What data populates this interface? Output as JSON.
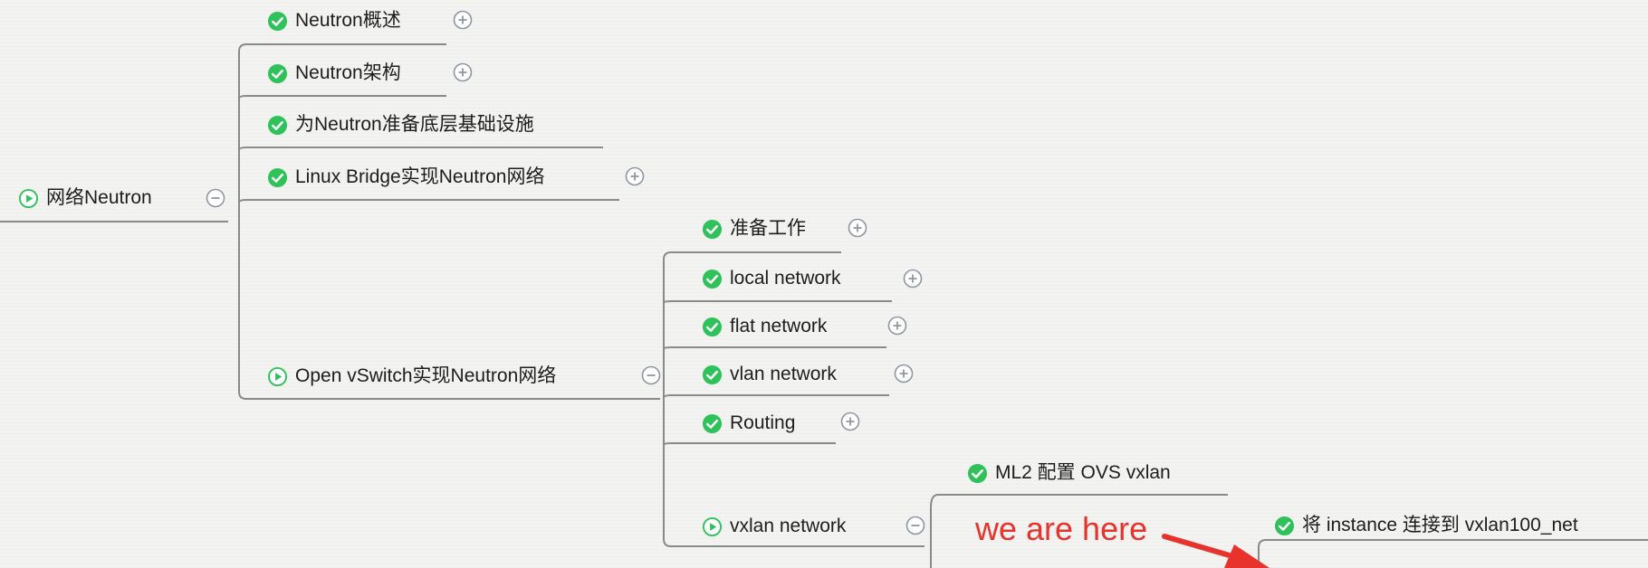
{
  "colors": {
    "connector": "#8a8a8a",
    "check": "#2fc25b",
    "play": "#2fc25b",
    "toggle": "#8f96a3",
    "annotation": "#e8322c"
  },
  "mindmap": {
    "root": {
      "label": "网络Neutron",
      "icon": "play-circle-icon",
      "expanded": true
    },
    "level1": [
      {
        "label": "Neutron概述",
        "icon": "check-circle-icon",
        "expandable": true
      },
      {
        "label": "Neutron架构",
        "icon": "check-circle-icon",
        "expandable": true
      },
      {
        "label": "为Neutron准备底层基础设施",
        "icon": "check-circle-icon",
        "expandable": false
      },
      {
        "label": "Linux Bridge实现Neutron网络",
        "icon": "check-circle-icon",
        "expandable": true
      },
      {
        "label": "Open vSwitch实现Neutron网络",
        "icon": "play-circle-icon",
        "expanded": true
      }
    ],
    "ovs_children": [
      {
        "label": "准备工作",
        "icon": "check-circle-icon",
        "expandable": true
      },
      {
        "label": "local network",
        "icon": "check-circle-icon",
        "expandable": true
      },
      {
        "label": "flat network",
        "icon": "check-circle-icon",
        "expandable": true
      },
      {
        "label": "vlan network",
        "icon": "check-circle-icon",
        "expandable": true
      },
      {
        "label": "Routing",
        "icon": "check-circle-icon",
        "expandable": true
      },
      {
        "label": "vxlan network",
        "icon": "play-circle-icon",
        "expanded": true
      }
    ],
    "vxlan_children": [
      {
        "label": "ML2 配置 OVS vxlan",
        "icon": "check-circle-icon"
      }
    ],
    "vxlan_grandchildren": [
      {
        "label": "将 instance 连接到 vxlan100_net",
        "icon": "check-circle-icon"
      }
    ]
  },
  "annotation": {
    "text": "we are here"
  }
}
